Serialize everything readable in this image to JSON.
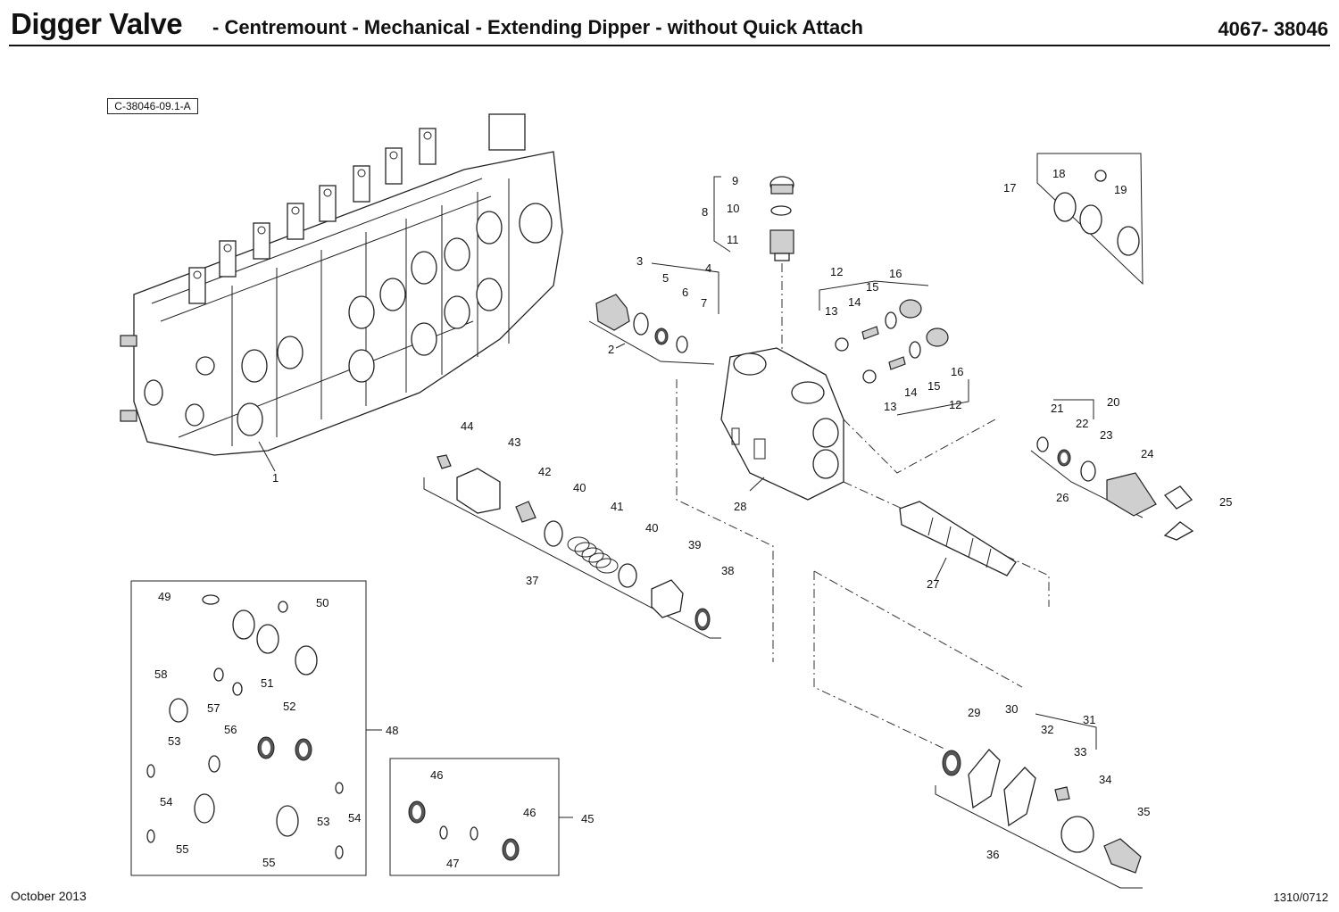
{
  "header": {
    "title": "Digger Valve",
    "subtitle": "- Centremount - Mechanical - Extending Dipper - without Quick Attach",
    "doc_number": "4067- 38046"
  },
  "reference_code": "C-38046-09.1-A",
  "footer": {
    "date": "October 2013",
    "code": "1310/0712"
  },
  "callouts": [
    "1",
    "2",
    "3",
    "4",
    "5",
    "6",
    "7",
    "8",
    "9",
    "10",
    "11",
    "12",
    "13",
    "14",
    "15",
    "16",
    "17",
    "18",
    "19",
    "20",
    "21",
    "22",
    "23",
    "24",
    "25",
    "26",
    "27",
    "28",
    "29",
    "30",
    "31",
    "32",
    "33",
    "34",
    "35",
    "36",
    "37",
    "38",
    "39",
    "40",
    "41",
    "42",
    "43",
    "44",
    "45",
    "46",
    "47",
    "48",
    "49",
    "50",
    "51",
    "52",
    "53",
    "54",
    "55",
    "56",
    "57",
    "58"
  ]
}
